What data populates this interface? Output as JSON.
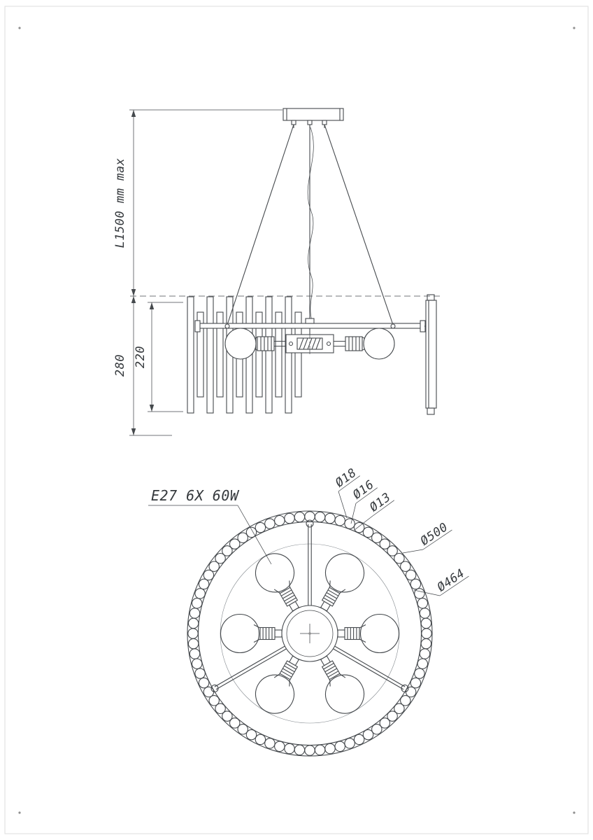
{
  "colors": {
    "line": "#45494d",
    "text": "#35393d"
  },
  "side_view": {
    "suspension_dim": "L1500 mm max",
    "overall_height_dim": "280",
    "body_height_dim": "220"
  },
  "plan_view": {
    "lamp_spec": "E27 6X 60W",
    "bead_dia_large": "Ø18",
    "bead_dia_medium": "Ø16",
    "bead_dia_small": "Ø13",
    "outer_dia": "Ø500",
    "inner_dia": "Ø464"
  }
}
